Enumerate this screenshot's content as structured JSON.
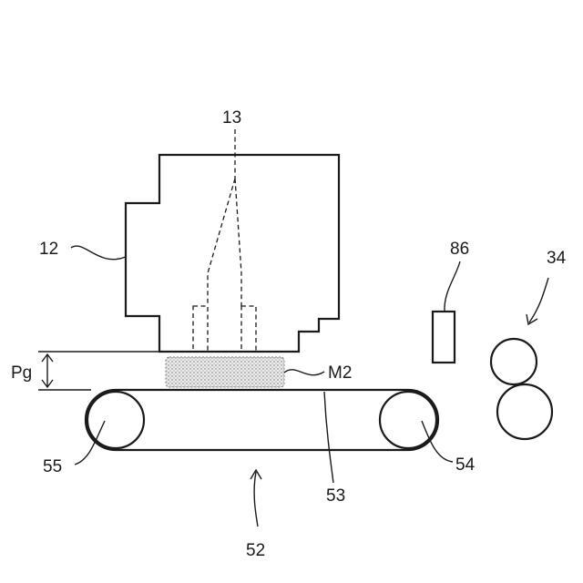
{
  "labels": {
    "nozzle": "13",
    "head": "12",
    "sensor": "86",
    "rollers": "34",
    "gap": "Pg",
    "material": "M2",
    "roller_right": "54",
    "roller_left": "55",
    "belt": "53",
    "conveyor": "52"
  },
  "colors": {
    "line": "#1a1a1a",
    "material_fill": "#d9d9d9"
  }
}
